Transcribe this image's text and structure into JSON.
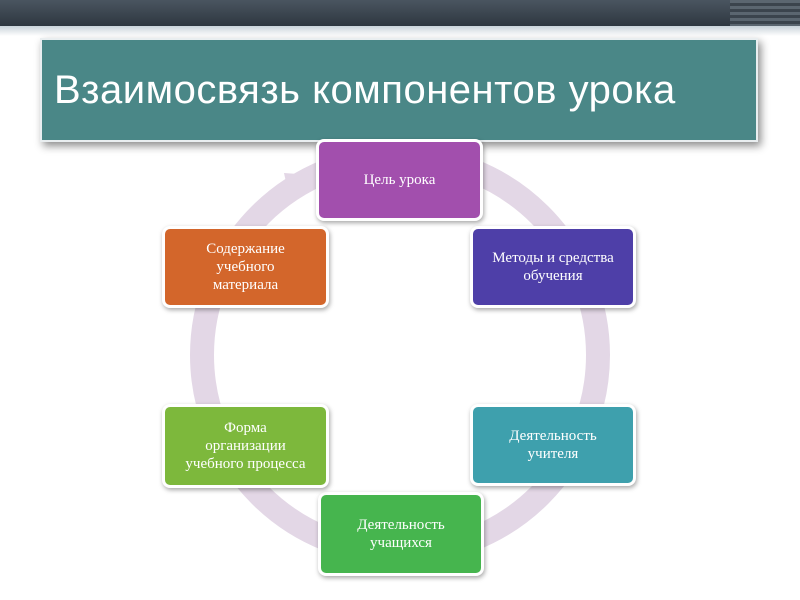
{
  "slide": {
    "title": "Взаимосвязь компонентов урока"
  },
  "colors": {
    "title_bg": "#4a8787",
    "ring": "#e3d7e6",
    "goal": "#a24fad",
    "methods": "#4e3fa8",
    "teacher": "#3ea0ad",
    "students": "#46b54e",
    "form": "#7db83c",
    "content": "#d3662b"
  },
  "nodes": {
    "goal": {
      "label": "Цель урока"
    },
    "methods": {
      "label": "Методы и средства\nобучения"
    },
    "teacher_activity": {
      "label": "Деятельность\nучителя"
    },
    "student_activity": {
      "label": "Деятельность\nучащихся"
    },
    "organization_form": {
      "label": "Форма\nорганизации\nучебного процесса"
    },
    "material_content": {
      "label": "Содержание\nучебного\nматериала"
    }
  }
}
